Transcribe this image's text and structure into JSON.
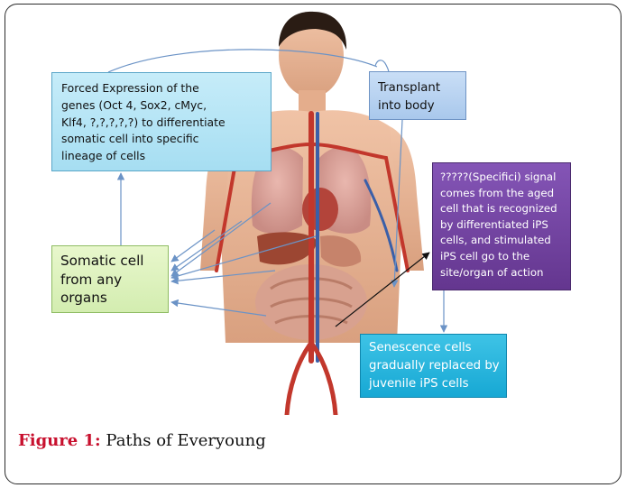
{
  "diagram": {
    "boxes": {
      "expression": "Forced Expression of the\ngenes (Oct 4, Sox2, cMyc,\nKlf4, ?,?,?,?,?) to differentiate\nsomatic cell into specific\nlineage of cells",
      "transplant": "Transplant\ninto body",
      "signal": "?????(Specifici) signal\ncomes from the aged\ncell that is recognized\nby differentiated iPS\ncells, and stimulated\niPS cell go to the\nsite/organ of action",
      "somatic": "Somatic cell\nfrom any\norgans",
      "senescence": "Senescence cells\ngradually replaced by\njuvenile iPS cells"
    },
    "colors": {
      "expression_fill": "#b5e4f5",
      "transplant_fill": "#b8d3f1",
      "signal_fill": "#7044a0",
      "somatic_fill": "#ddf2bd",
      "senescence_fill": "#25b4dc",
      "arrow": "#6b93c6",
      "skin": "#e8b393",
      "artery": "#c2372c"
    },
    "image_subject": "human-body-anatomy"
  },
  "caption": {
    "label": "Figure 1:",
    "text": " Paths of Everyoung"
  }
}
